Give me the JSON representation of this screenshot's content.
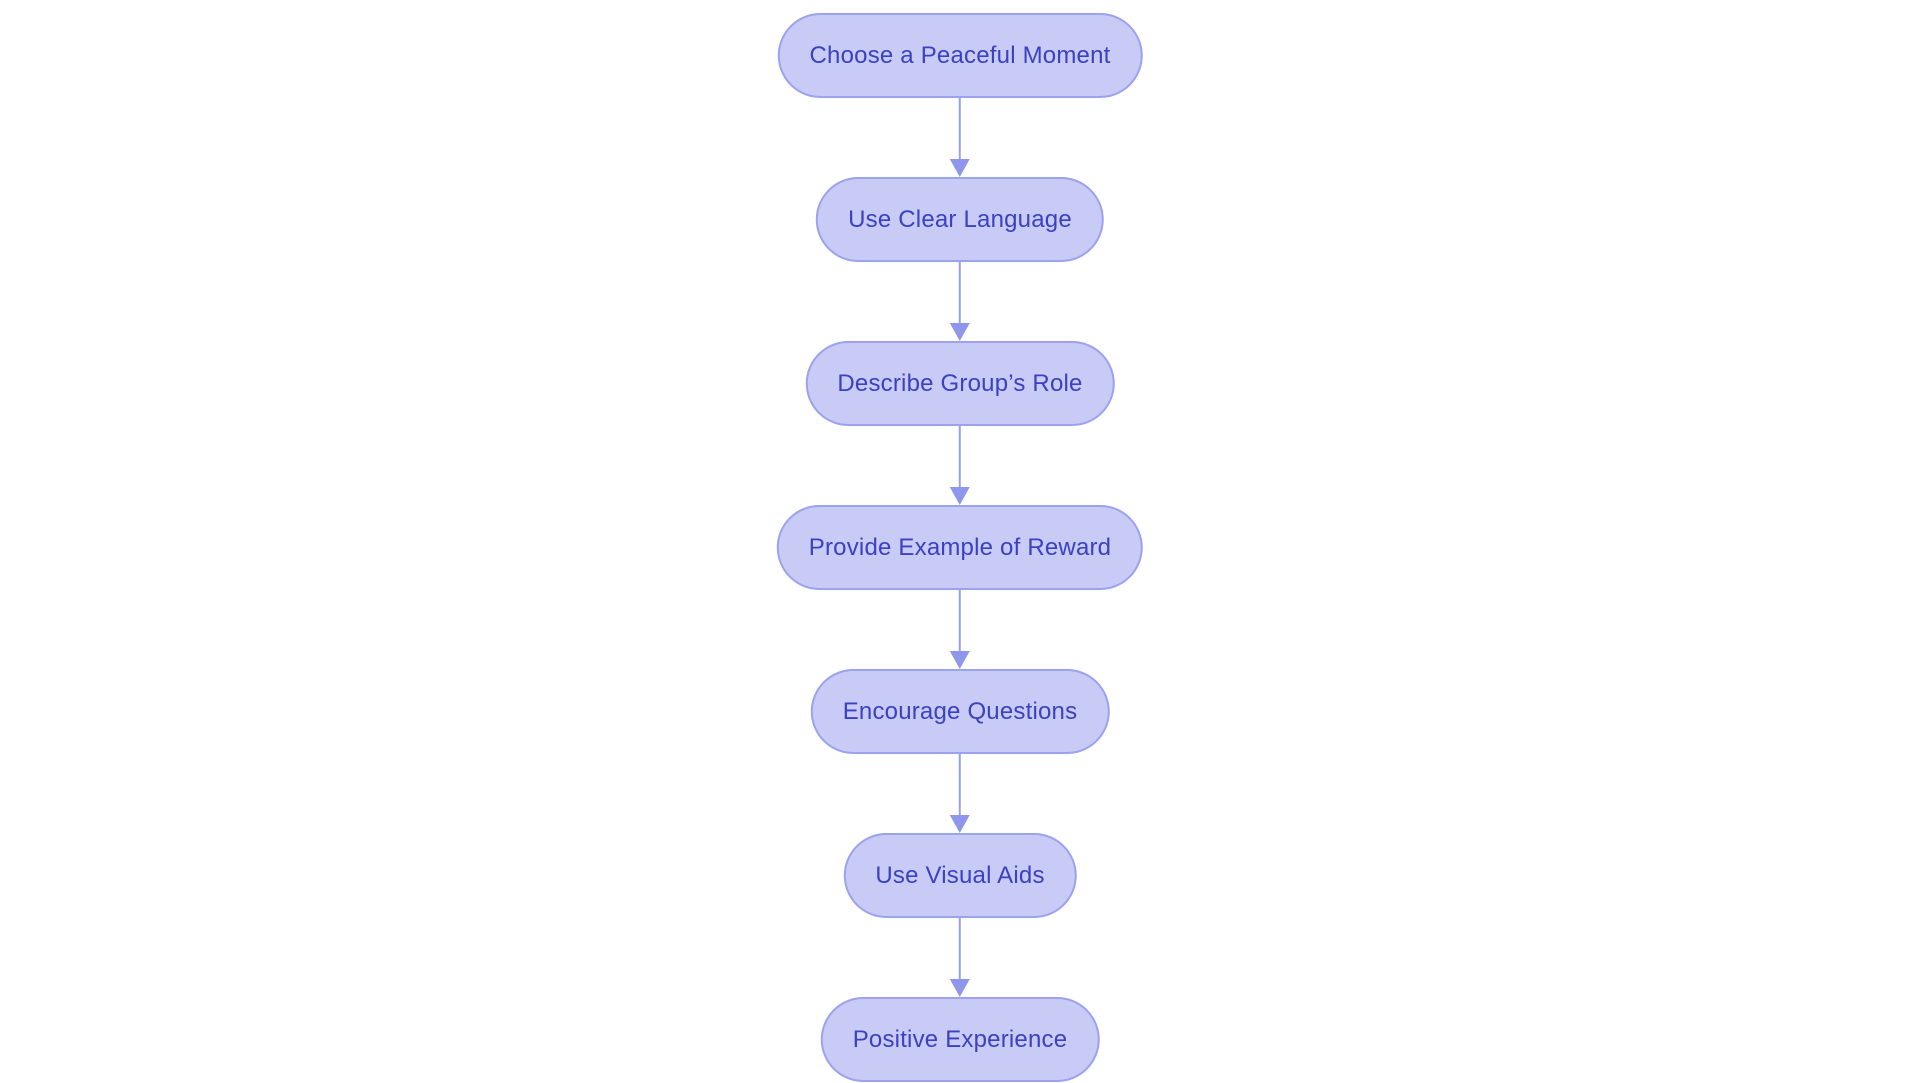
{
  "flowchart": {
    "type": "vertical-flowchart",
    "colors": {
      "background": "#ffffff",
      "node_fill": "#c8cbf5",
      "node_border": "#9ba2ee",
      "node_text": "#3b41c0",
      "arrow_line": "#98a0ee",
      "arrow_head": "#8f97ec"
    },
    "nodes": [
      {
        "id": "choose-peaceful-moment",
        "label": "Choose a Peaceful Moment"
      },
      {
        "id": "use-clear-language",
        "label": "Use Clear Language"
      },
      {
        "id": "describe-groups-role",
        "label": "Describe Group’s Role"
      },
      {
        "id": "provide-example-of-reward",
        "label": "Provide Example of Reward"
      },
      {
        "id": "encourage-questions",
        "label": "Encourage Questions"
      },
      {
        "id": "use-visual-aids",
        "label": "Use Visual Aids"
      },
      {
        "id": "positive-experience",
        "label": "Positive Experience"
      }
    ],
    "connections": [
      {
        "from": 0,
        "to": 1
      },
      {
        "from": 1,
        "to": 2
      },
      {
        "from": 2,
        "to": 3
      },
      {
        "from": 3,
        "to": 4
      },
      {
        "from": 4,
        "to": 5
      },
      {
        "from": 5,
        "to": 6
      }
    ]
  }
}
